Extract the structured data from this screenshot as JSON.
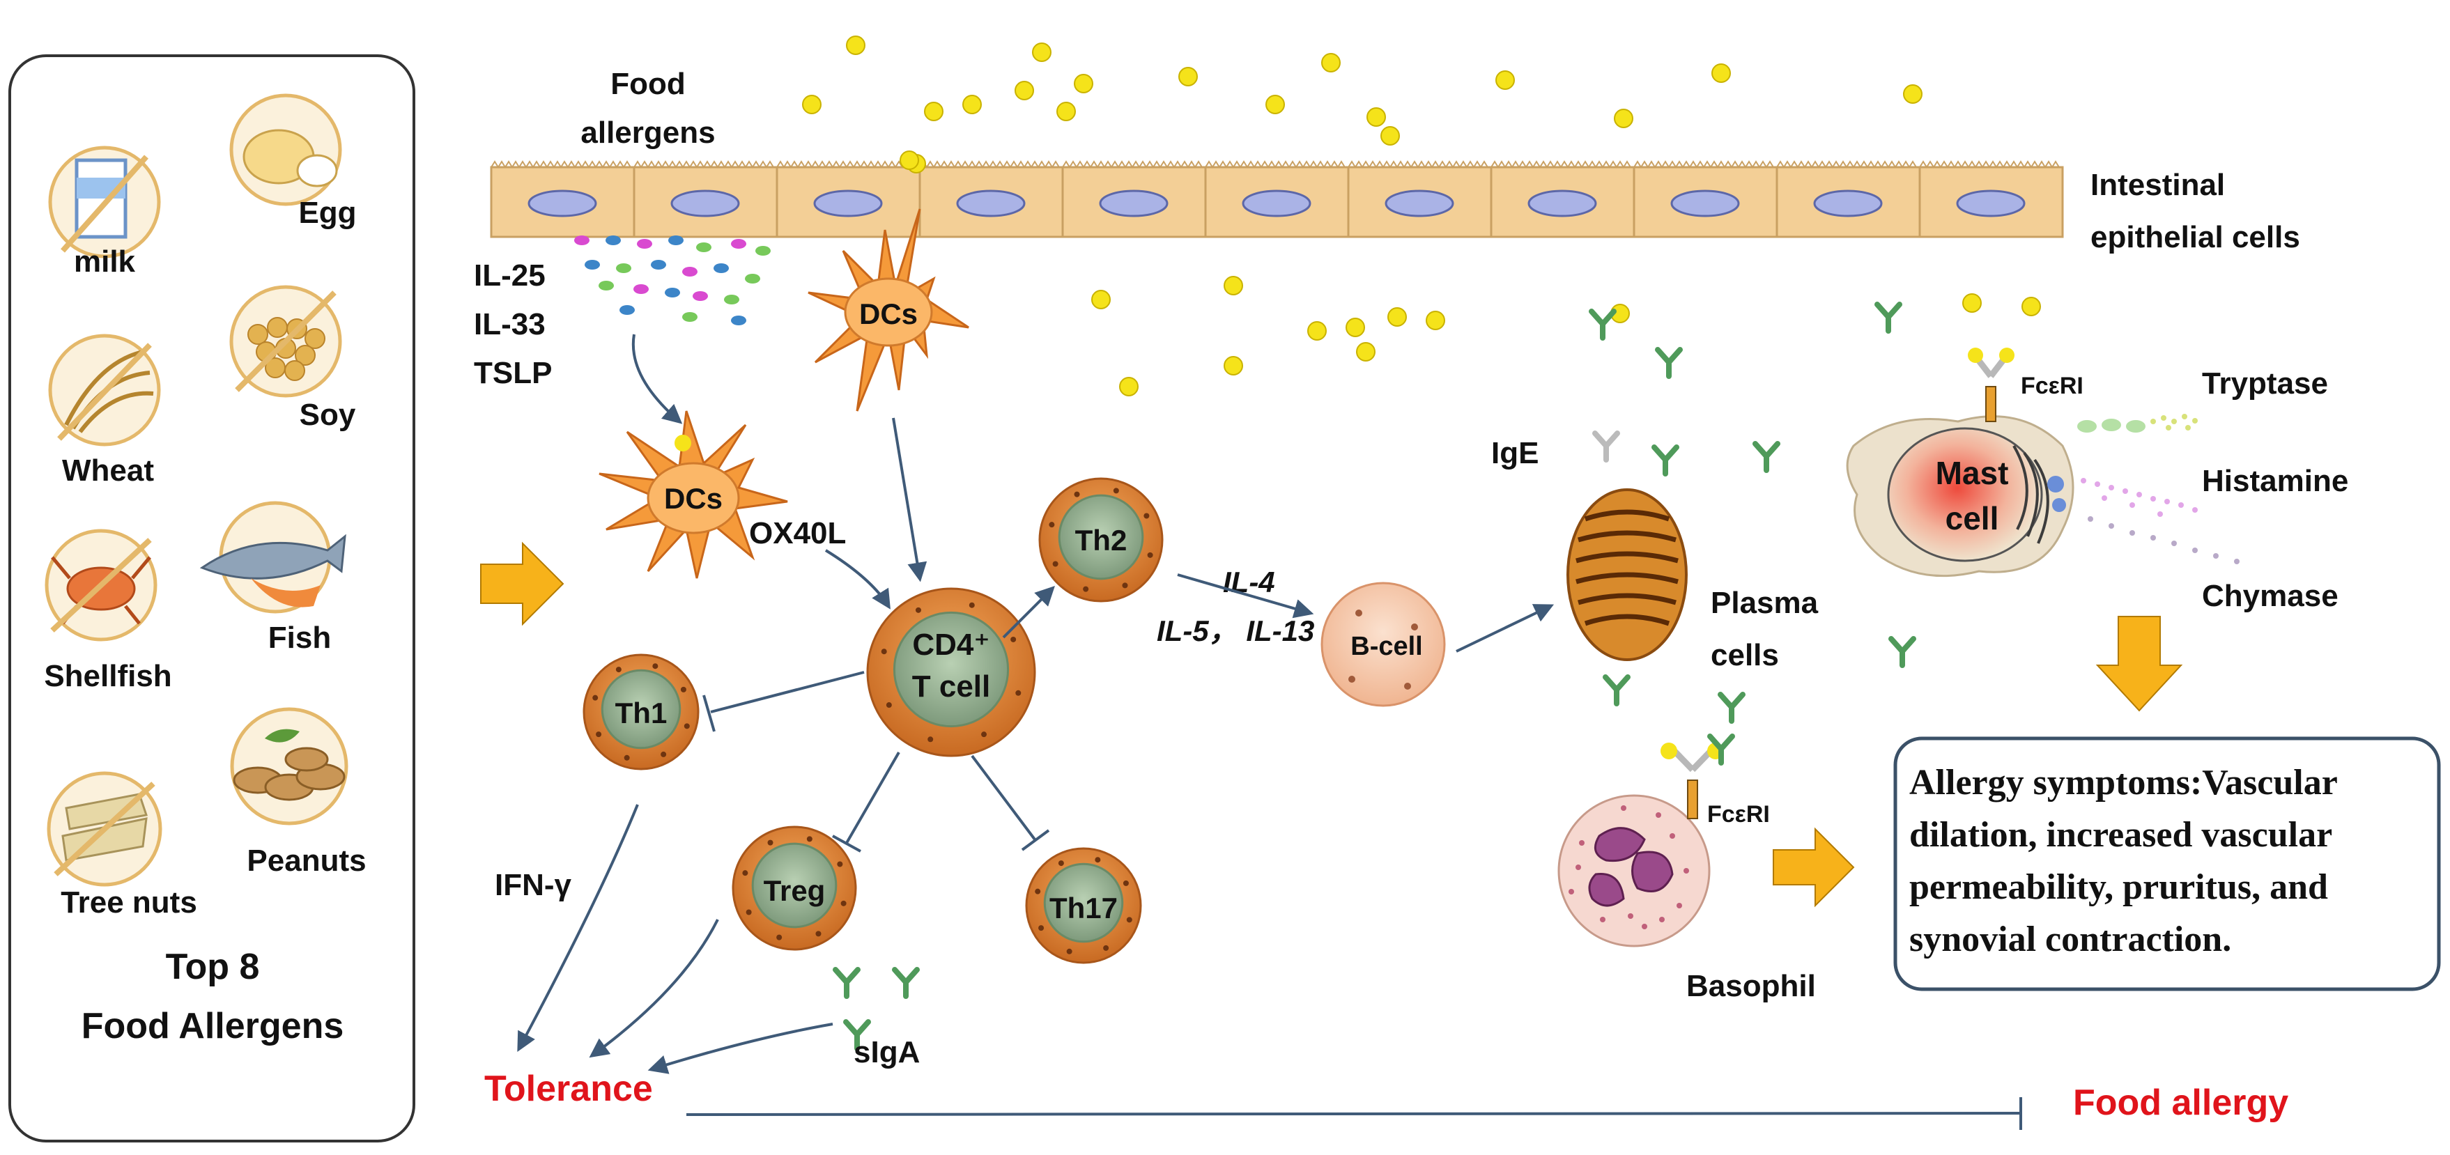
{
  "allergen_panel": {
    "items": [
      "milk",
      "Egg",
      "Soy",
      "Wheat",
      "Fish",
      "Shellfish",
      "Peanuts",
      "Tree nuts"
    ],
    "title_line1": "Top 8",
    "title_line2": "Food Allergens"
  },
  "labels": {
    "food_allergens_1": "Food",
    "food_allergens_2": "allergens",
    "epithelial_1": "Intestinal",
    "epithelial_2": "epithelial cells",
    "il25": "IL-25",
    "il33": "IL-33",
    "tslp": "TSLP",
    "dcs_top": "DCs",
    "dcs_left": "DCs",
    "ox40l": "OX40L",
    "cd4_1": "CD4⁺",
    "cd4_2": "T cell",
    "th1": "Th1",
    "th2": "Th2",
    "th17": "Th17",
    "treg": "Treg",
    "il4": "IL-4",
    "il5_il13": "IL-5， IL-13",
    "bcell": "B-cell",
    "ige": "IgE",
    "plasma_1": "Plasma",
    "plasma_2": "cells",
    "mast_1": "Mast",
    "mast_2": "cell",
    "fceri_mast": "FcεRI",
    "fceri_baso": "FcεRI",
    "tryptase": "Tryptase",
    "histamine": "Histamine",
    "chymase": "Chymase",
    "basophil": "Basophil",
    "ifng": "IFN-γ",
    "siga": "sIgA",
    "tolerance": "Tolerance",
    "food_allergy": "Food allergy"
  },
  "symptoms": {
    "line1": "Allergy symptoms:Vascular",
    "line2": "dilation, increased vascular",
    "line3": "permeability, pruritus, and",
    "line4": "synovial contraction."
  },
  "colors": {
    "allergen_dot": "#f5e31a",
    "epithelium": "#f3cf96",
    "nucleus": "#aab3e6",
    "dc": "#f59a3a",
    "t_cell": "#e0863a",
    "t_cell_core": "#9db898",
    "arrow": "#3f5a78",
    "big_arrow": "#f7b21a",
    "red_text": "#e0141b",
    "antibody": "#4f9a5a"
  }
}
